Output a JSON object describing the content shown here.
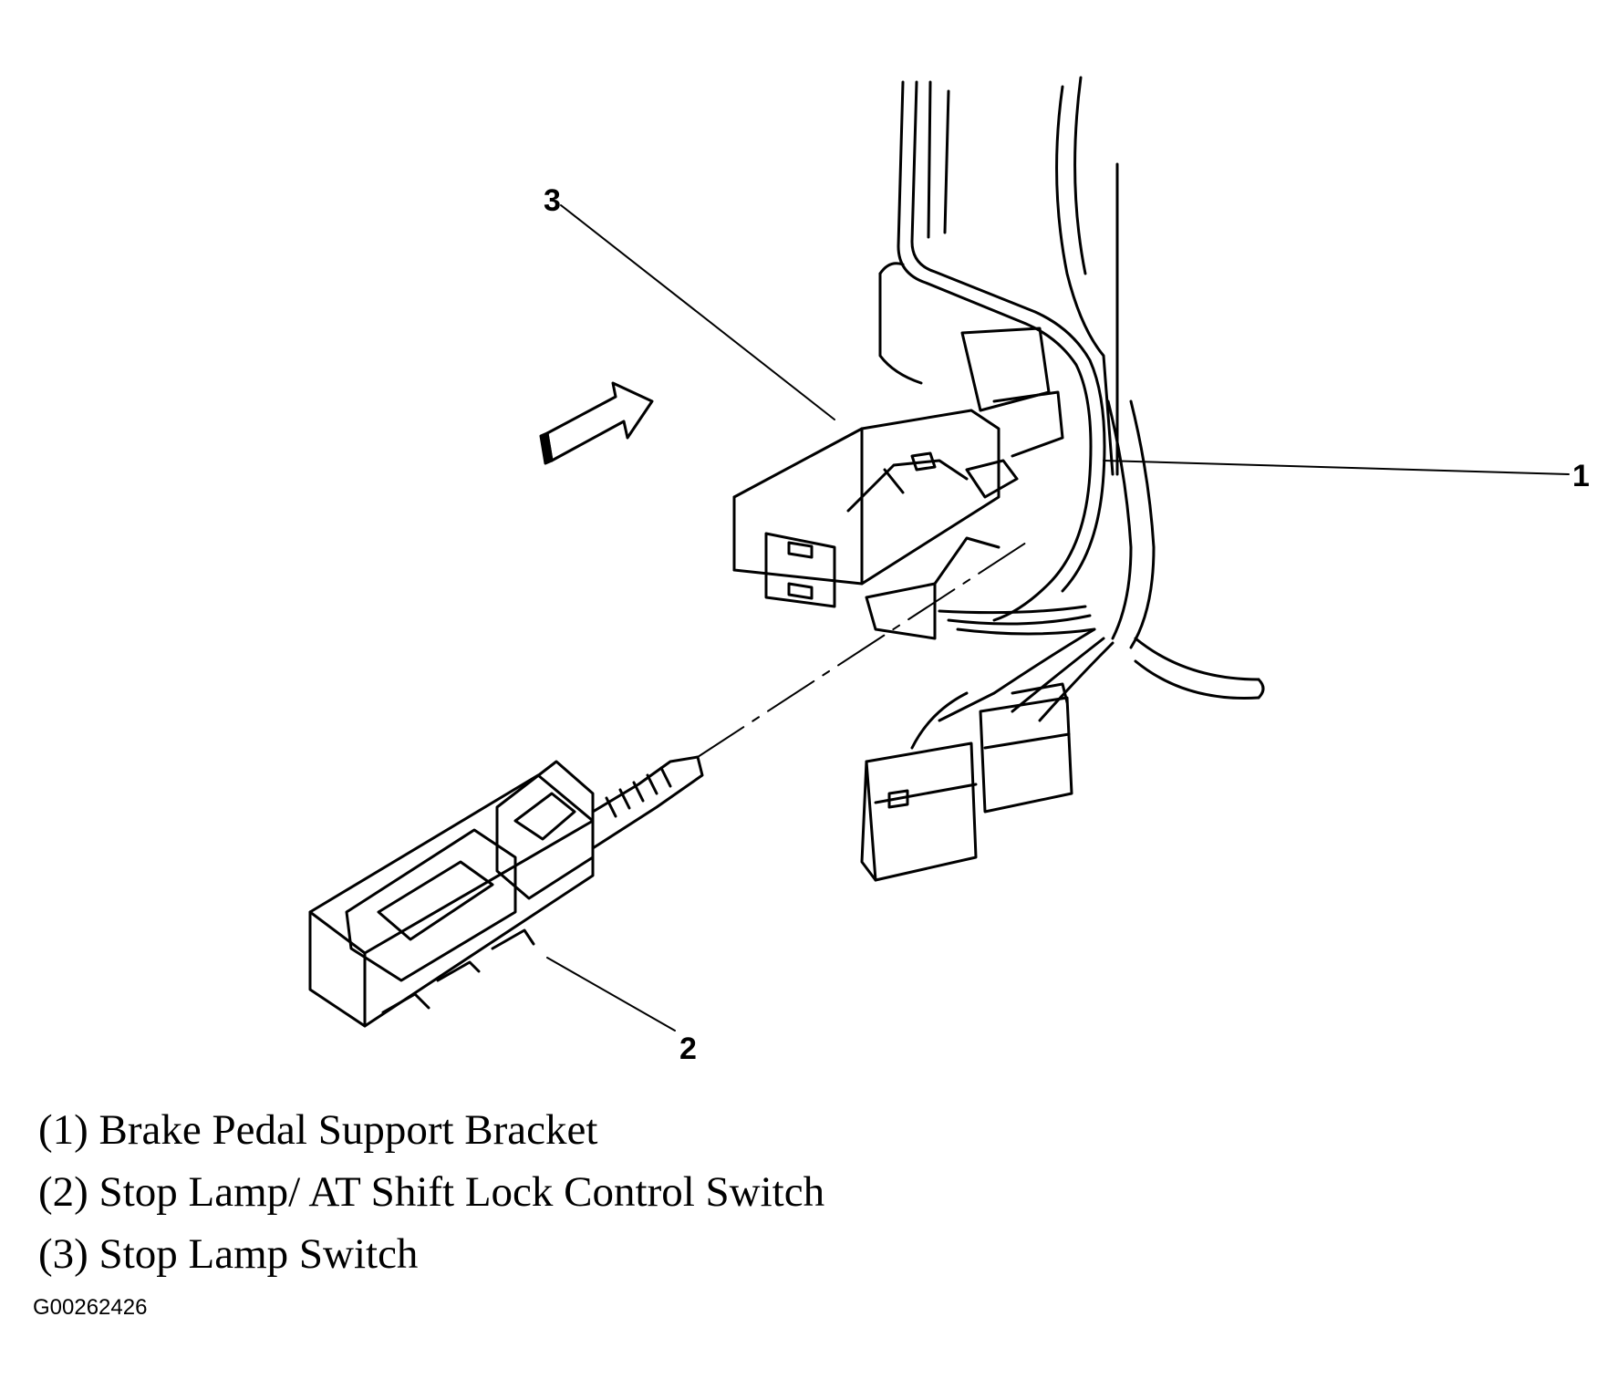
{
  "callouts": [
    "1",
    "2",
    "3"
  ],
  "legend": [
    "(1) Brake Pedal Support Bracket",
    "(2) Stop Lamp/ AT Shift Lock Control Switch",
    "(3) Stop Lamp Switch"
  ],
  "figure_id": "G00262426",
  "colors": {
    "ink": "#000000",
    "paper": "#ffffff"
  }
}
